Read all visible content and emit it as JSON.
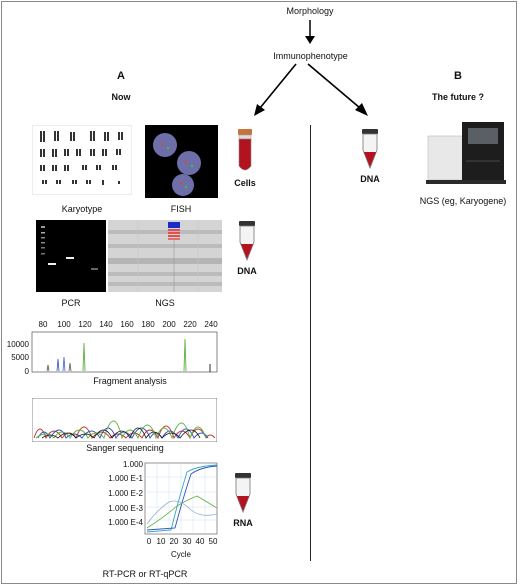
{
  "header": {
    "morphology": "Morphology",
    "immunophenotype": "Immunophenotype"
  },
  "panel_a": {
    "letter": "A",
    "title": "Now",
    "karyotype_label": "Karyotype",
    "fish_label": "FISH",
    "cells_label": "Cells",
    "pcr_label": "PCR",
    "ngs_label": "NGS",
    "dna_label": "DNA",
    "fragment_label": "Fragment analysis",
    "sanger_label": "Sanger sequencing",
    "rna_label": "RNA",
    "rtpcr_label": "RT-PCR or RT-qPCR",
    "fragment_axis": {
      "x_ticks": [
        "80",
        "100",
        "120",
        "140",
        "160",
        "180",
        "200",
        "220",
        "240"
      ],
      "y_ticks": [
        "10000",
        "5000",
        "0"
      ]
    },
    "qpcr_axis": {
      "x_label": "Cycle",
      "x_ticks": [
        "0",
        "10",
        "20",
        "30",
        "40",
        "50"
      ],
      "y_ticks": [
        "1.000",
        "1.000 E-1",
        "1.000 E-2",
        "1.000 E-3",
        "1.000 E-4"
      ]
    }
  },
  "panel_b": {
    "letter": "B",
    "title": "The future ?",
    "dna_label": "DNA",
    "ngs_label": "NGS (eg, Karyogene)"
  },
  "colors": {
    "tube_red": "#b3121f",
    "tube_cap_cells": "#c8733a",
    "tube_cap_dna": "#333333"
  }
}
